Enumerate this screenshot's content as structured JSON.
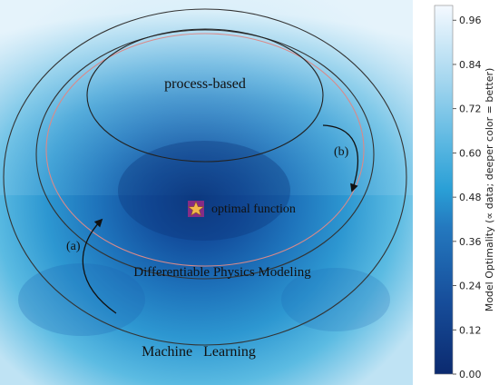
{
  "regions": {
    "outer_label": "Machine   Learning",
    "middle_label": "Differentiable Physics Modeling",
    "inner_label": "process-based"
  },
  "optimum": {
    "label": "optimal function",
    "marker": "star-icon"
  },
  "arrows": {
    "a_label": "(a)",
    "b_label": "(b)"
  },
  "colorbar": {
    "title": "Model Optimality (∝ data; deeper color = better)",
    "ticks": [
      "0.00",
      "0.12",
      "0.24",
      "0.36",
      "0.48",
      "0.60",
      "0.72",
      "0.84",
      "0.96"
    ],
    "range": [
      0.0,
      1.0
    ],
    "colors": {
      "low": "#0b2a6f",
      "mid": "#2a9fd6",
      "high": "#f4f9ff"
    }
  },
  "colors": {
    "ellipse_outer": "#333333",
    "ellipse_middle": "#d98a8a",
    "star_fill": "#f2b84b",
    "star_edge": "#9b2a86"
  }
}
